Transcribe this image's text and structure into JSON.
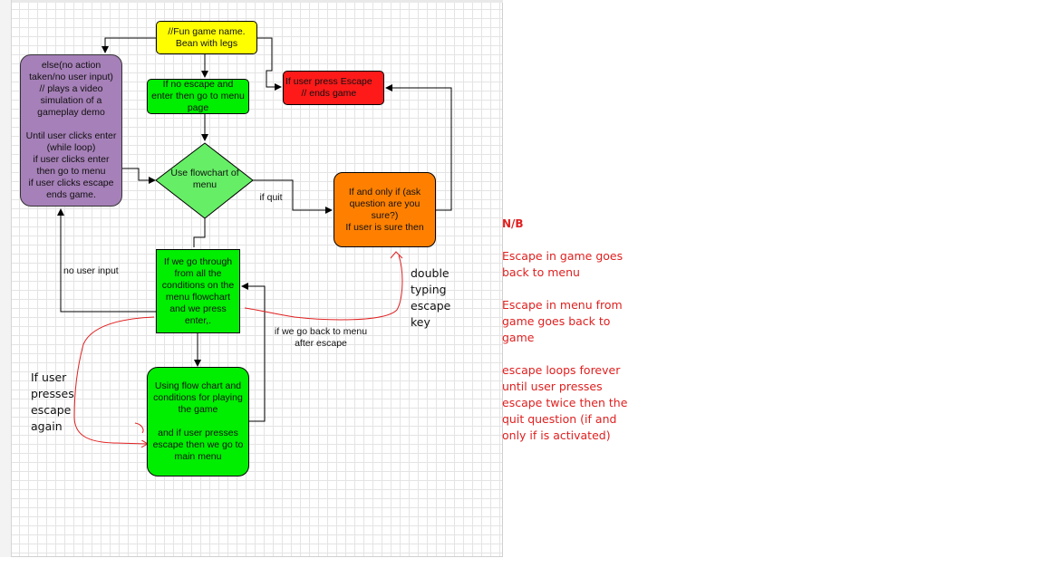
{
  "diagram": {
    "nodes": {
      "title": "//Fun game name.\nBean with legs",
      "else_demo": "else(no action\ntaken/no user input)\n// plays a video\nsimulation of a\ngameplay demo\n\nUntil user clicks enter\n(while loop)\nif user clicks enter\nthen go to menu\nif user clicks escape\nends game.",
      "no_escape": "If no escape and\nenter then go to menu\npage",
      "escape_ends": "If user press Escape\n// ends game",
      "flowchart_menu": "Use flowchart of\nmenu",
      "ask_sure": "If and only if (ask\nquestion are you\nsure?)\nIf user is sure then",
      "go_through": "If we go through\nfrom all the\nconditions on the\nmenu flowchart\nand we press\nenter,.",
      "playing": "Using flow chart and\nconditions for playing\nthe game\n\nand if user presses\nescape then we go to\nmain menu"
    },
    "edge_labels": {
      "if_quit": "if quit",
      "no_user_input": "no user input",
      "back_to_menu": "if we go back to menu\nafter escape"
    },
    "annotations": {
      "double_typing": "double\ntyping\nescape\nkey",
      "if_user_presses": "If user\npresses\nescape\nagain"
    },
    "colors": {
      "yellow": "#ffff00",
      "purple": "#a680b8",
      "green": "#00ee00",
      "lightgreen": "#66ee66",
      "red": "#ff1a1a",
      "orange": "#ff8000",
      "red_pen": "#e02020"
    }
  },
  "notes": {
    "heading": "N/B",
    "lines": [
      " Escape in game goes\nback to menu",
      "Escape in menu from\ngame goes back to\ngame",
      "escape loops forever\nuntil user presses\nescape twice then the\nquit question (if and\nonly if is activated)"
    ]
  }
}
